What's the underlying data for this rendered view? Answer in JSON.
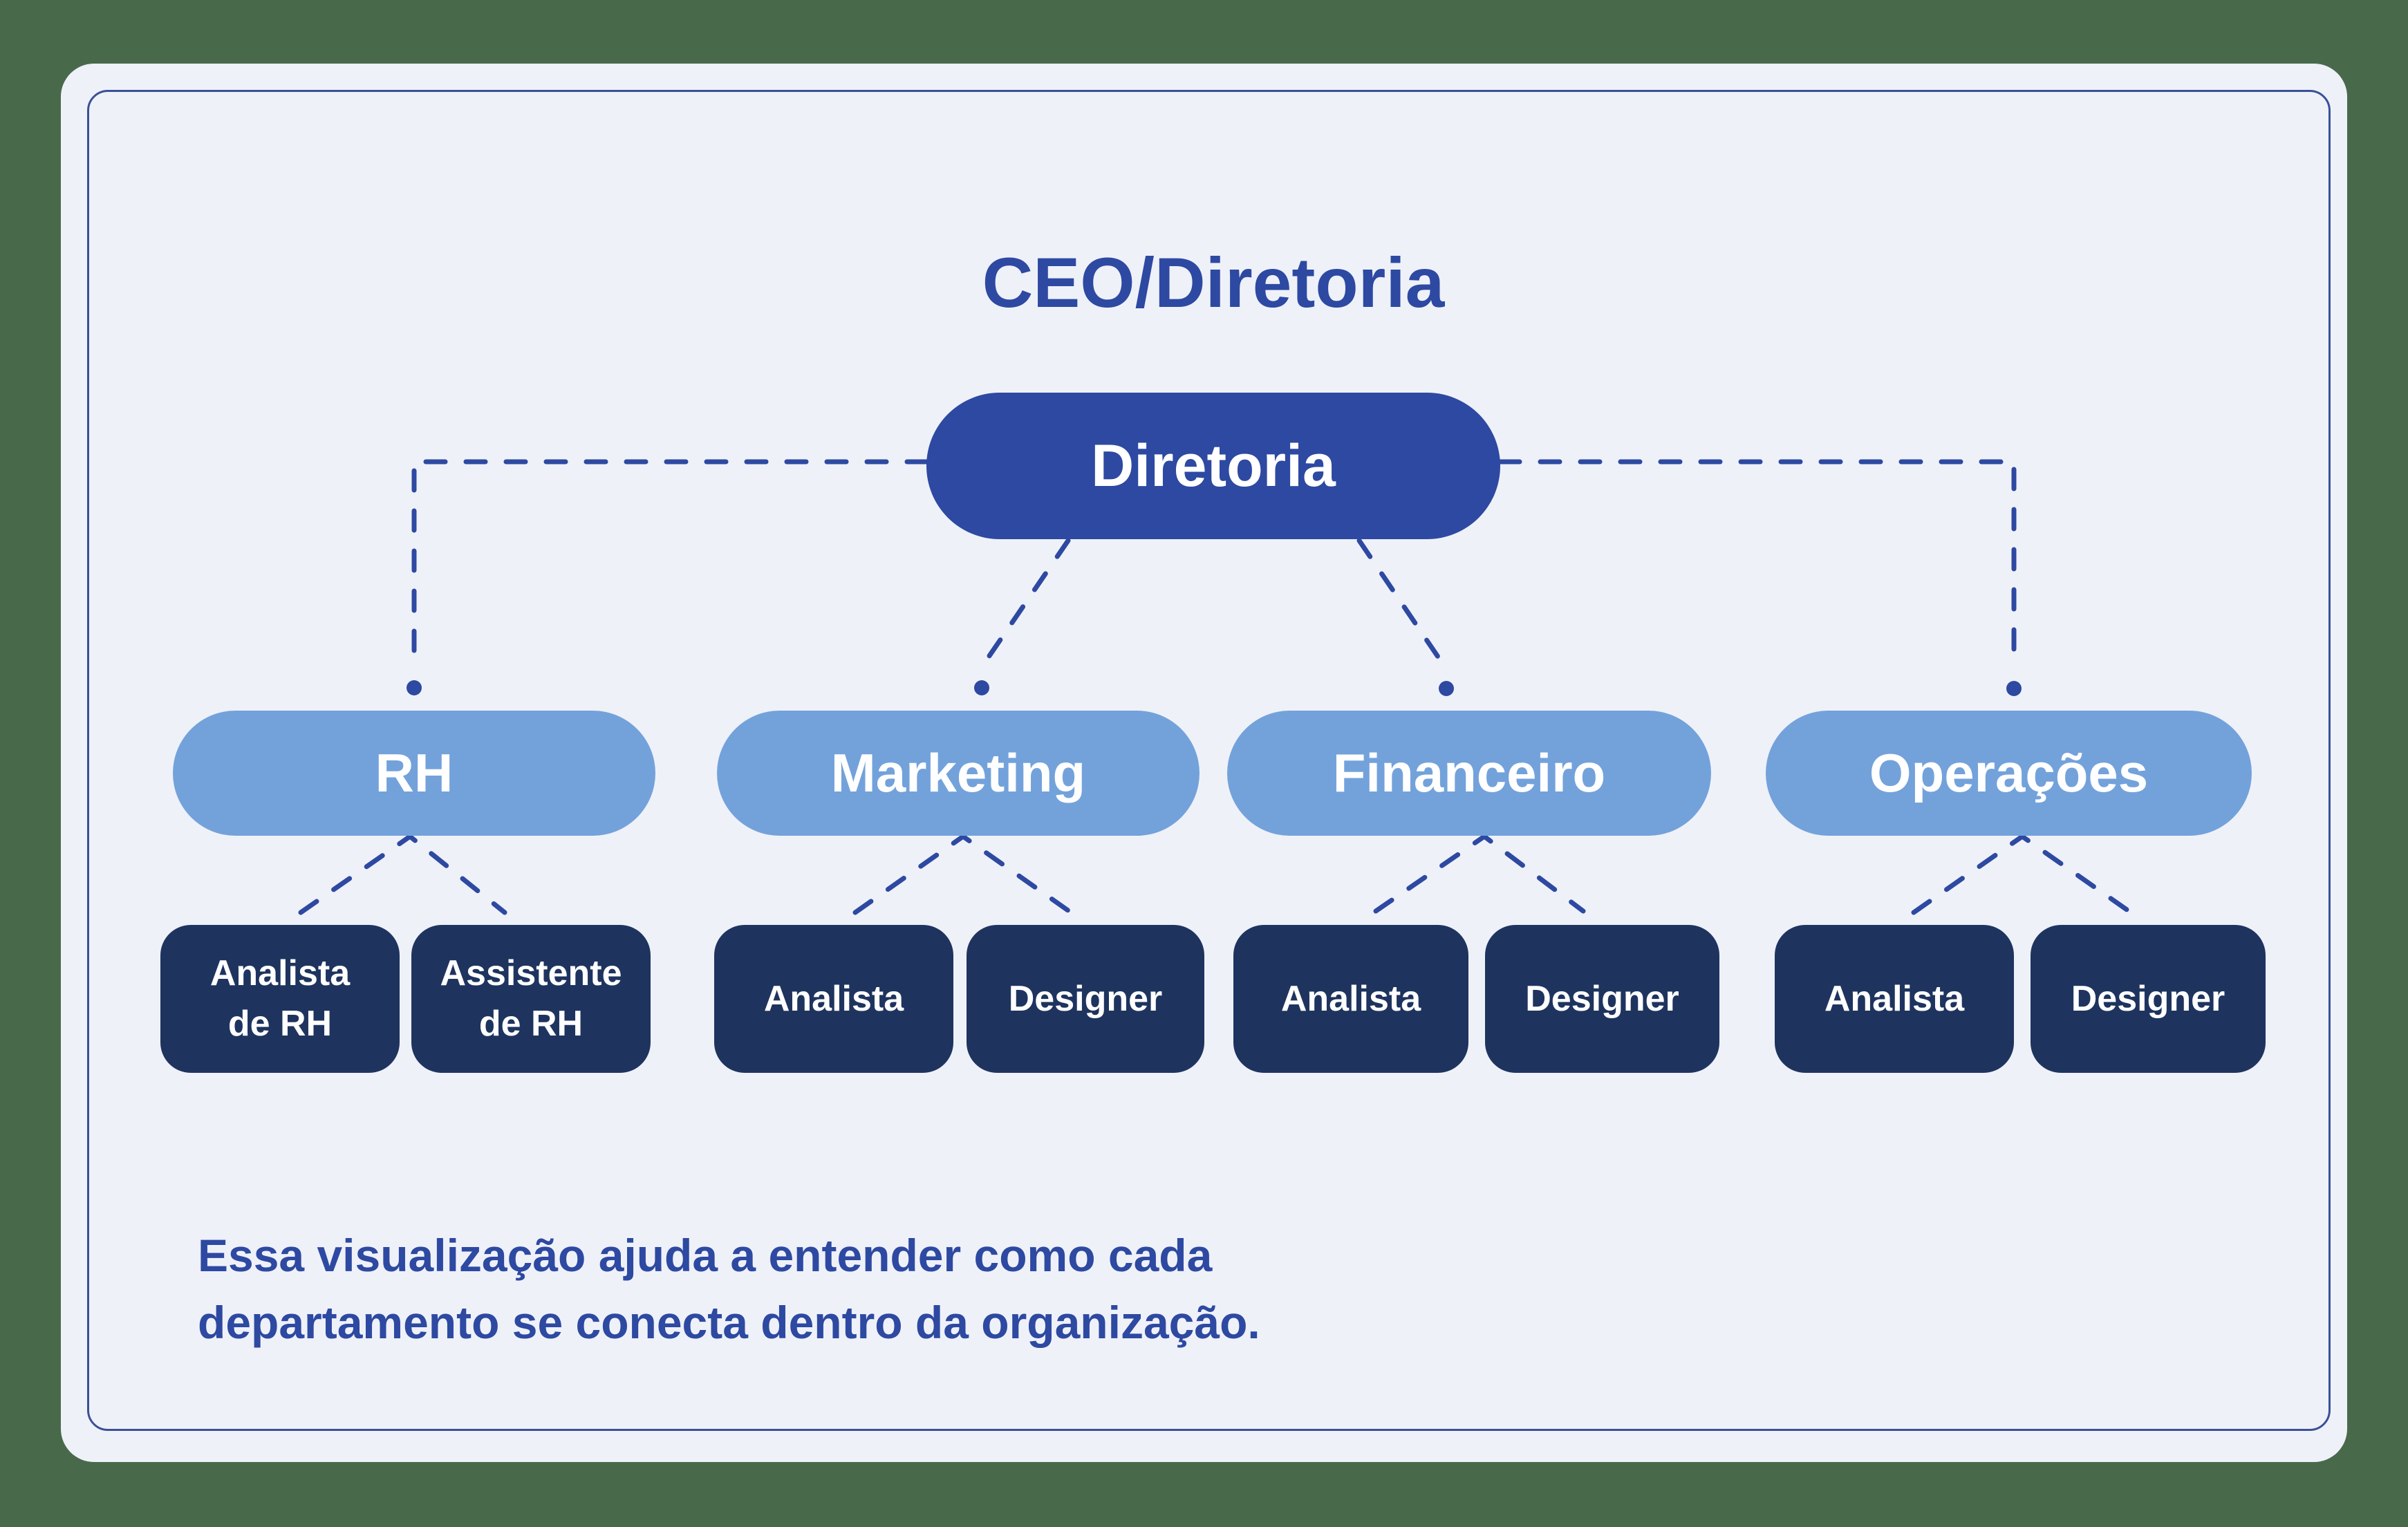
{
  "title": "CEO/Diretoria",
  "root": {
    "label": "Diretoria"
  },
  "departments": [
    {
      "label": "RH",
      "children": [
        {
          "label": "Analista de RH",
          "lines": [
            "Analista",
            "de RH"
          ]
        },
        {
          "label": "Assistente de RH",
          "lines": [
            "Assistente",
            "de RH"
          ]
        }
      ]
    },
    {
      "label": "Marketing",
      "children": [
        {
          "label": "Analista",
          "lines": [
            "Analista"
          ]
        },
        {
          "label": "Designer",
          "lines": [
            "Designer"
          ]
        }
      ]
    },
    {
      "label": "Financeiro",
      "children": [
        {
          "label": "Analista",
          "lines": [
            "Analista"
          ]
        },
        {
          "label": "Designer",
          "lines": [
            "Designer"
          ]
        }
      ]
    },
    {
      "label": "Operações",
      "children": [
        {
          "label": "Analista",
          "lines": [
            "Analista"
          ]
        },
        {
          "label": "Designer",
          "lines": [
            "Designer"
          ]
        }
      ]
    }
  ],
  "caption": {
    "line1": "Essa visualização ajuda a entender como cada",
    "line2": "departamento se conecta dentro da organização."
  },
  "theme": {
    "background_green": "#486a4b",
    "card_background": "#eff1f9",
    "frame_border": "#3a5195",
    "primary_blue": "#2d49a1",
    "department_blue": "#73a2db",
    "role_navy": "#1e345f",
    "text_white": "#ffffff"
  }
}
